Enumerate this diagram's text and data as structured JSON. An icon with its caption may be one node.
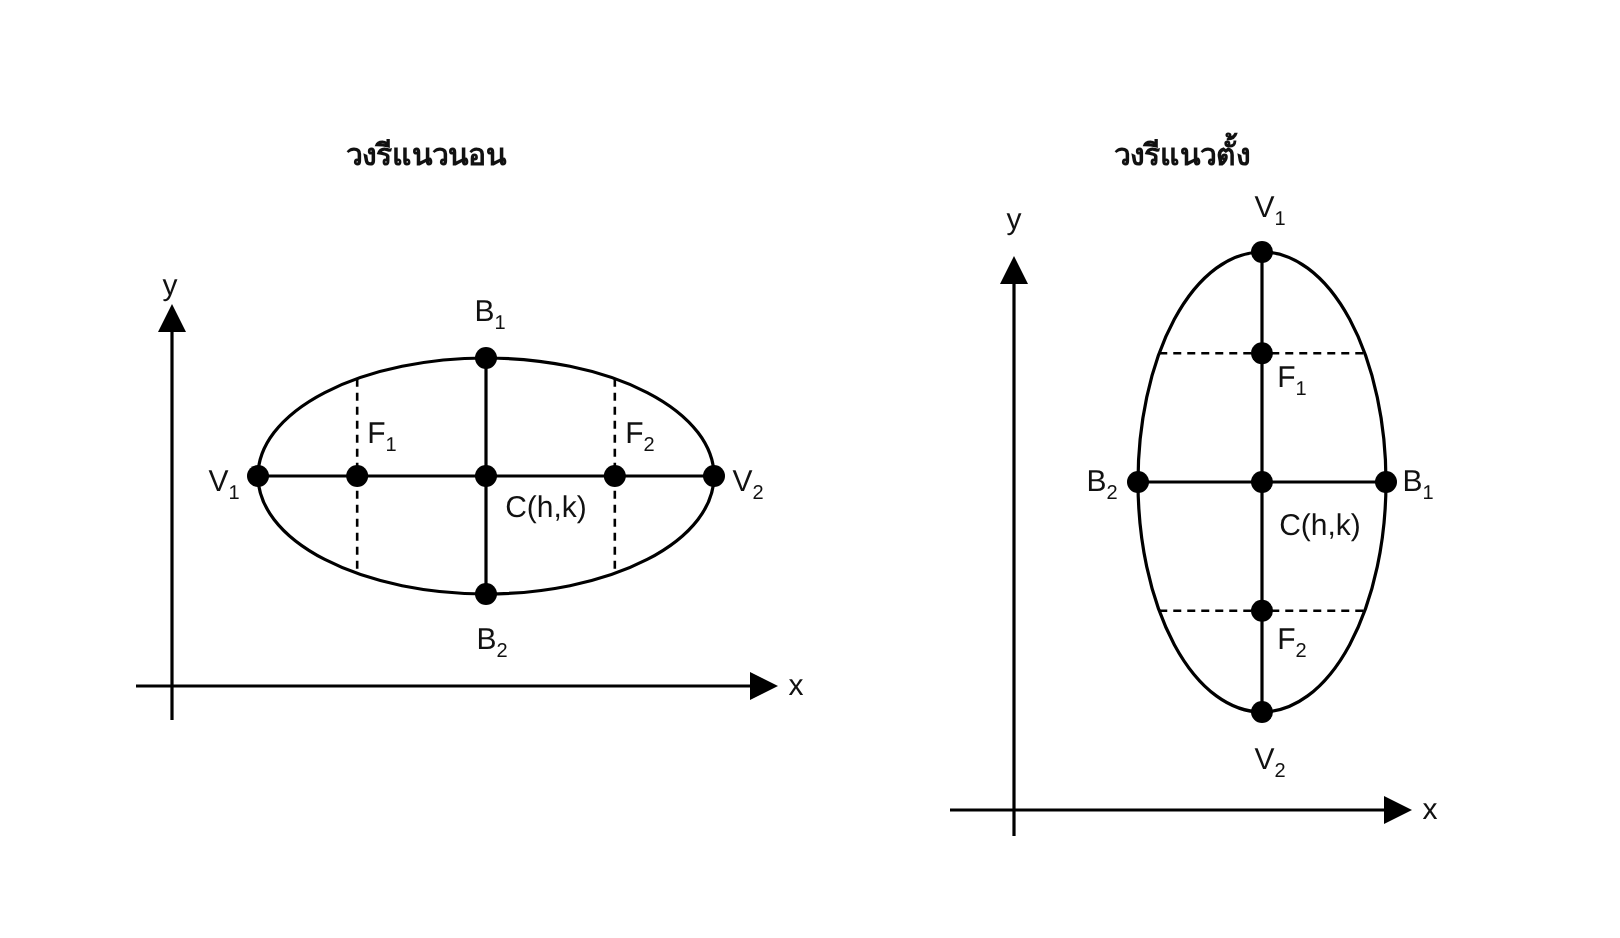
{
  "diagram": {
    "labels": [
      "วงรีแนวนอน",
      "วงรีแนวตั้ง",
      "y",
      "B$_{1}$",
      "F$_{1}$",
      "F$_{2}$",
      "V$_{1}$",
      "C(h,k)",
      "V$_{2}$",
      "B$_{2}$",
      "x",
      "y",
      "V$_{1}$",
      "F$_{1}$",
      "B$_{2}$",
      "B$_{1}$",
      "C(h,k)",
      "F$_{2}$",
      "V$_{2}$",
      "x"
    ]
  }
}
